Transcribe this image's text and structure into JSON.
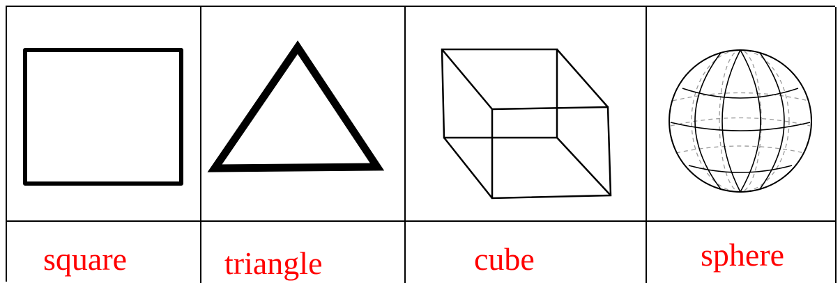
{
  "cells": [
    {
      "label": "square"
    },
    {
      "label": "triangle"
    },
    {
      "label": "cube"
    },
    {
      "label": "sphere"
    }
  ],
  "colors": {
    "label": "#ff0000",
    "lines": "#000000",
    "hidden_lines": "#9a9a9a"
  }
}
